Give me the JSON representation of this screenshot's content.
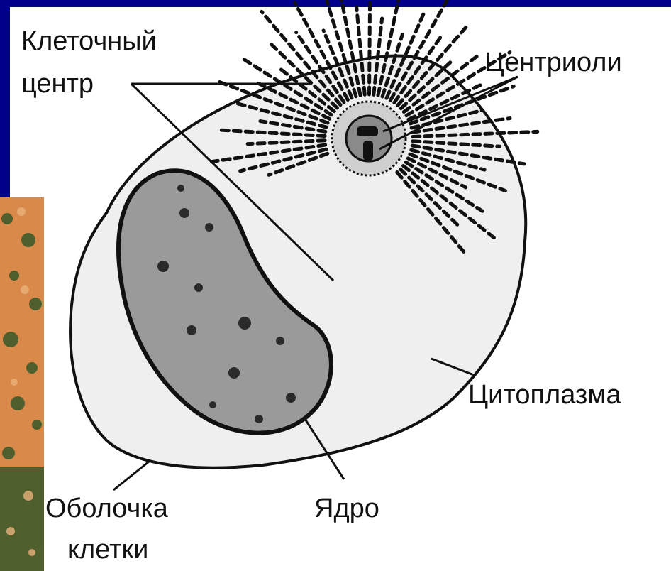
{
  "diagram": {
    "labels": {
      "cell_center_line1": "Клеточный",
      "cell_center_line2": "центр",
      "centrioles": "Центриоли",
      "cytoplasm": "Цитоплазма",
      "membrane_line1": "Оболочка",
      "membrane_line2": "клетки",
      "nucleus": "Ядро"
    }
  },
  "colors": {
    "background": "#00008b",
    "panel": "#ffffff",
    "cell_fill": "#efefef",
    "nucleus_fill": "#9a9a9a",
    "ink": "#111111",
    "photo_orange": "#d98a4a",
    "photo_green": "#3f5a2a"
  }
}
